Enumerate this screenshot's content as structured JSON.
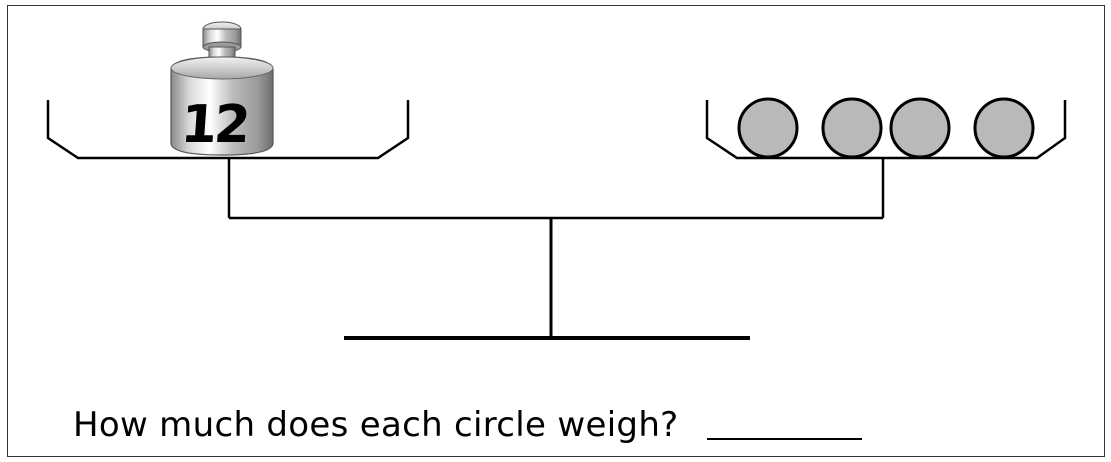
{
  "problem": {
    "weight_label": "12",
    "circle_count": 4,
    "question": "How much does each circle weigh?"
  },
  "colors": {
    "line": "#000000",
    "circle_fill": "#b9b9b9",
    "weight_metal": "#c8c8c8"
  },
  "icons": [
    "weight-icon",
    "circle-icon"
  ]
}
